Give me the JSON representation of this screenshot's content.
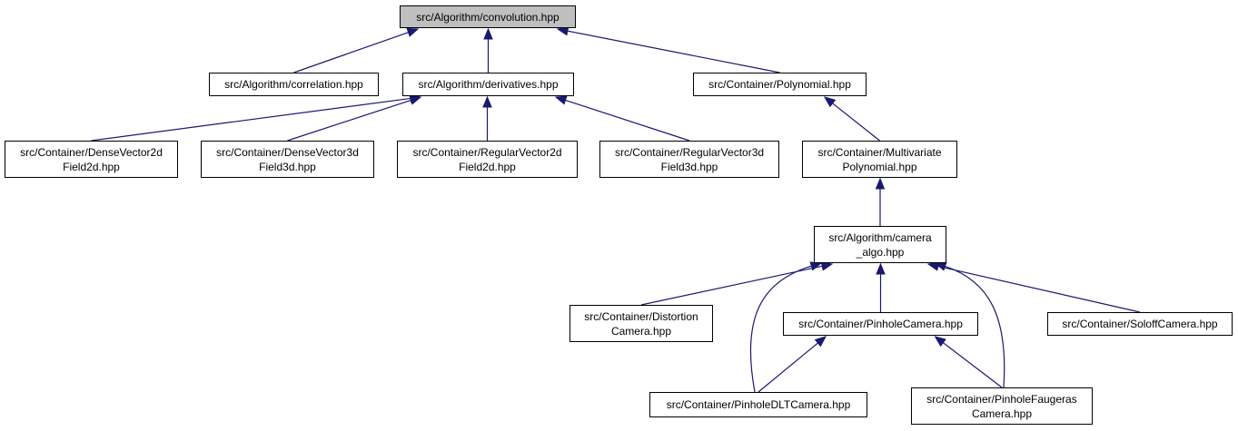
{
  "colors": {
    "edge": "#191970",
    "root_fill": "#bfbfbf",
    "node_border": "#000000"
  },
  "graph": {
    "nodes": [
      {
        "id": "convolution",
        "lines": [
          "src/Algorithm/convolution.hpp"
        ],
        "root": true
      },
      {
        "id": "correlation",
        "lines": [
          "src/Algorithm/correlation.hpp"
        ]
      },
      {
        "id": "derivatives",
        "lines": [
          "src/Algorithm/derivatives.hpp"
        ]
      },
      {
        "id": "polynomial",
        "lines": [
          "src/Container/Polynomial.hpp"
        ]
      },
      {
        "id": "dense2d",
        "lines": [
          "src/Container/DenseVector2d",
          "Field2d.hpp"
        ]
      },
      {
        "id": "dense3d",
        "lines": [
          "src/Container/DenseVector3d",
          "Field3d.hpp"
        ]
      },
      {
        "id": "regular2d",
        "lines": [
          "src/Container/RegularVector2d",
          "Field2d.hpp"
        ]
      },
      {
        "id": "regular3d",
        "lines": [
          "src/Container/RegularVector3d",
          "Field3d.hpp"
        ]
      },
      {
        "id": "multivariate",
        "lines": [
          "src/Container/Multivariate",
          "Polynomial.hpp"
        ]
      },
      {
        "id": "camera_algo",
        "lines": [
          "src/Algorithm/camera",
          "_algo.hpp"
        ]
      },
      {
        "id": "distortion",
        "lines": [
          "src/Container/Distortion",
          "Camera.hpp"
        ]
      },
      {
        "id": "pinhole",
        "lines": [
          "src/Container/PinholeCamera.hpp"
        ]
      },
      {
        "id": "soloff",
        "lines": [
          "src/Container/SoloffCamera.hpp"
        ]
      },
      {
        "id": "pinholedlt",
        "lines": [
          "src/Container/PinholeDLTCamera.hpp"
        ]
      },
      {
        "id": "faugeras",
        "lines": [
          "src/Container/PinholeFaugeras",
          "Camera.hpp"
        ]
      }
    ],
    "edges": [
      {
        "from": "correlation",
        "to": "convolution"
      },
      {
        "from": "derivatives",
        "to": "convolution"
      },
      {
        "from": "polynomial",
        "to": "convolution"
      },
      {
        "from": "dense2d",
        "to": "derivatives"
      },
      {
        "from": "dense3d",
        "to": "derivatives"
      },
      {
        "from": "regular2d",
        "to": "derivatives"
      },
      {
        "from": "regular3d",
        "to": "derivatives"
      },
      {
        "from": "multivariate",
        "to": "polynomial"
      },
      {
        "from": "camera_algo",
        "to": "multivariate"
      },
      {
        "from": "distortion",
        "to": "camera_algo"
      },
      {
        "from": "pinhole",
        "to": "camera_algo"
      },
      {
        "from": "soloff",
        "to": "camera_algo"
      },
      {
        "from": "pinholedlt",
        "to": "camera_algo"
      },
      {
        "from": "faugeras",
        "to": "camera_algo"
      },
      {
        "from": "pinholedlt",
        "to": "pinhole"
      },
      {
        "from": "faugeras",
        "to": "pinhole"
      }
    ]
  }
}
